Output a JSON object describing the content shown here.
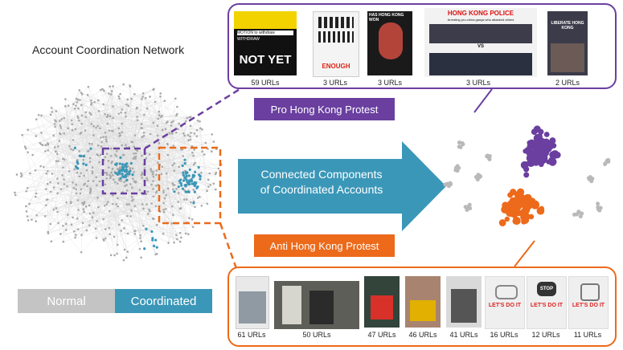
{
  "network": {
    "title": "Account Coordination Network"
  },
  "legend": {
    "normal": "Normal",
    "coordinated": "Coordinated"
  },
  "colors": {
    "normal": "#c4c4c4",
    "coordinated": "#3b97b8",
    "pro": "#6a3fa0",
    "anti": "#ec6a1a"
  },
  "arrow": {
    "line1": "Connected Components",
    "line2": "of Coordinated Accounts"
  },
  "pro": {
    "label": "Pro Hong Kong Protest",
    "items": [
      {
        "caption": "59 URLs",
        "texts": [
          "MOTION to withdraw",
          "WITHDRAW",
          "NOT YET"
        ]
      },
      {
        "caption": "3 URLs",
        "texts": [
          "ENOUGH"
        ]
      },
      {
        "caption": "3 URLs",
        "texts": [
          "HAS HONG KONG WON"
        ]
      },
      {
        "caption": "3 URLs",
        "texts": [
          "HONG KONG POLICE",
          "Arresting pro-china gangs who attacked others",
          "VS"
        ]
      },
      {
        "caption": "2 URLs",
        "texts": [
          "LIBERATE HONG KONG"
        ]
      }
    ]
  },
  "anti": {
    "label": "Anti Hong Kong Protest",
    "items": [
      {
        "caption": "61 URLs",
        "texts": []
      },
      {
        "caption": "50 URLs",
        "texts": []
      },
      {
        "caption": "47 URLs",
        "texts": []
      },
      {
        "caption": "46 URLs",
        "texts": []
      },
      {
        "caption": "41 URLs",
        "texts": []
      },
      {
        "caption": "16 URLs",
        "texts": [
          "LET'S DO IT"
        ]
      },
      {
        "caption": "12 URLs",
        "texts": [
          "STOP",
          "LET'S DO IT"
        ]
      },
      {
        "caption": "11 URLs",
        "texts": [
          "LET'S DO IT"
        ]
      }
    ]
  }
}
